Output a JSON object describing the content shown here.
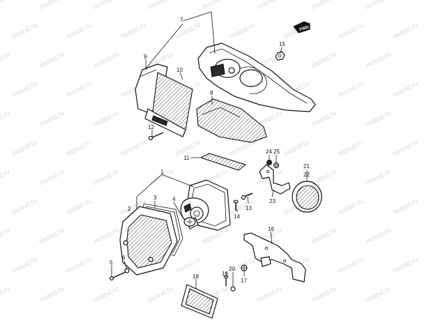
{
  "watermark": {
    "text": "motod.ru"
  },
  "front_marker": {
    "label": "FWD"
  },
  "callouts": [
    {
      "id": "c1",
      "label": "1"
    },
    {
      "id": "c2",
      "label": "2"
    },
    {
      "id": "c3",
      "label": "3"
    },
    {
      "id": "c4",
      "label": "4"
    },
    {
      "id": "c5",
      "label": "5"
    },
    {
      "id": "c6",
      "label": "6"
    },
    {
      "id": "c7",
      "label": "7"
    },
    {
      "id": "c8",
      "label": "8"
    },
    {
      "id": "c9",
      "label": "9"
    },
    {
      "id": "c10",
      "label": "10"
    },
    {
      "id": "c11",
      "label": "11"
    },
    {
      "id": "c12",
      "label": "12"
    },
    {
      "id": "c13",
      "label": "13"
    },
    {
      "id": "c14",
      "label": "14"
    },
    {
      "id": "c15",
      "label": "15"
    },
    {
      "id": "c16",
      "label": "16"
    },
    {
      "id": "c17",
      "label": "17"
    },
    {
      "id": "c18",
      "label": "18"
    },
    {
      "id": "c19",
      "label": "19"
    },
    {
      "id": "c20",
      "label": "20"
    },
    {
      "id": "c21",
      "label": "21"
    },
    {
      "id": "c22",
      "label": "22"
    },
    {
      "id": "c23",
      "label": "23"
    },
    {
      "id": "c24",
      "label": "24"
    },
    {
      "id": "c25",
      "label": "25"
    }
  ]
}
